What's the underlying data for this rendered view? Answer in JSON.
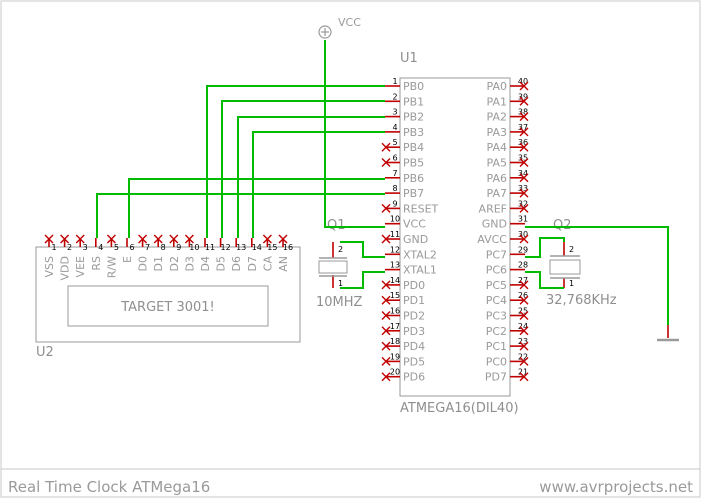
{
  "border_color": "#c8c8c8",
  "wire_color": "#00bb00",
  "pin_color": "#c00000",
  "label_color": "#9a9a9a",
  "power": {
    "label": "VCC"
  },
  "u1": {
    "ref": "U1",
    "part": "ATMEGA16(DIL40)",
    "left_pins": [
      {
        "num": "1",
        "name": "PB0"
      },
      {
        "num": "2",
        "name": "PB1"
      },
      {
        "num": "3",
        "name": "PB2"
      },
      {
        "num": "4",
        "name": "PB3"
      },
      {
        "num": "5",
        "name": "PB4"
      },
      {
        "num": "6",
        "name": "PB5"
      },
      {
        "num": "7",
        "name": "PB6"
      },
      {
        "num": "8",
        "name": "PB7"
      },
      {
        "num": "9",
        "name": "RESET"
      },
      {
        "num": "10",
        "name": "VCC"
      },
      {
        "num": "11",
        "name": "GND"
      },
      {
        "num": "12",
        "name": "XTAL2"
      },
      {
        "num": "13",
        "name": "XTAL1"
      },
      {
        "num": "14",
        "name": "PD0"
      },
      {
        "num": "15",
        "name": "PD1"
      },
      {
        "num": "16",
        "name": "PD2"
      },
      {
        "num": "17",
        "name": "PD3"
      },
      {
        "num": "18",
        "name": "PD4"
      },
      {
        "num": "19",
        "name": "PD5"
      },
      {
        "num": "20",
        "name": "PD6"
      }
    ],
    "right_pins": [
      {
        "num": "40",
        "name": "PA0"
      },
      {
        "num": "39",
        "name": "PA1"
      },
      {
        "num": "38",
        "name": "PA2"
      },
      {
        "num": "37",
        "name": "PA3"
      },
      {
        "num": "36",
        "name": "PA4"
      },
      {
        "num": "35",
        "name": "PA5"
      },
      {
        "num": "34",
        "name": "PA6"
      },
      {
        "num": "33",
        "name": "PA7"
      },
      {
        "num": "32",
        "name": "AREF"
      },
      {
        "num": "31",
        "name": "GND"
      },
      {
        "num": "30",
        "name": "AVCC"
      },
      {
        "num": "29",
        "name": "PC7"
      },
      {
        "num": "28",
        "name": "PC6"
      },
      {
        "num": "27",
        "name": "PC5"
      },
      {
        "num": "26",
        "name": "PC4"
      },
      {
        "num": "25",
        "name": "PC3"
      },
      {
        "num": "24",
        "name": "PC2"
      },
      {
        "num": "23",
        "name": "PC1"
      },
      {
        "num": "22",
        "name": "PC0"
      },
      {
        "num": "21",
        "name": "PD7"
      }
    ]
  },
  "u2": {
    "ref": "U2",
    "display_text": "TARGET 3001!",
    "pins": [
      {
        "num": "1",
        "name": "VSS"
      },
      {
        "num": "2",
        "name": "VDD"
      },
      {
        "num": "3",
        "name": "VEE"
      },
      {
        "num": "4",
        "name": "RS"
      },
      {
        "num": "5",
        "name": "R/W"
      },
      {
        "num": "6",
        "name": "E"
      },
      {
        "num": "7",
        "name": "D0"
      },
      {
        "num": "8",
        "name": "D1"
      },
      {
        "num": "9",
        "name": "D2"
      },
      {
        "num": "10",
        "name": "D3"
      },
      {
        "num": "11",
        "name": "D4"
      },
      {
        "num": "12",
        "name": "D5"
      },
      {
        "num": "13",
        "name": "D6"
      },
      {
        "num": "14",
        "name": "D7"
      },
      {
        "num": "15",
        "name": "CA"
      },
      {
        "num": "16",
        "name": "AN"
      }
    ]
  },
  "q1": {
    "ref": "Q1",
    "value": "10MHZ",
    "pin_top": "2",
    "pin_bottom": "1"
  },
  "q2": {
    "ref": "Q2",
    "value": "32,768KHz",
    "pin_top": "2",
    "pin_bottom": "1"
  },
  "footer": {
    "left": "Real Time Clock ATMega16",
    "right": "www.avrprojects.net"
  }
}
